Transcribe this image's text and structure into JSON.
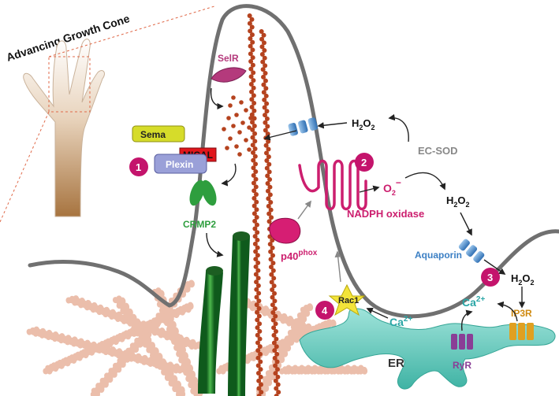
{
  "inset": {
    "title": "Advancing Growth Cone"
  },
  "steps": [
    "1",
    "2",
    "3",
    "4"
  ],
  "molecules": {
    "selr": "SelR",
    "sema": "Sema",
    "mical": "MICAL",
    "plexin": "Plexin",
    "crmp2": "CRMP2",
    "p40phox": "p40",
    "p40phox_sup": "phox",
    "nadph_oxidase": "NADPH oxidase",
    "ec_sod": "EC-SOD",
    "superoxide": "O",
    "superoxide_sup": "−",
    "superoxide_sub": "2",
    "h2o2_main": "H",
    "h2o2_sub": "2",
    "h2o2_o": "O",
    "aquaporin": "Aquaporin",
    "rac1": "Rac1",
    "calcium": "Ca",
    "calcium_sup": "2+",
    "er": "ER",
    "ryr": "RyR",
    "ip3r": "IP3R"
  },
  "colors": {
    "membrane": "#707070",
    "actin": "#b5431f",
    "actin_light": "#e6a990",
    "microtubule": "#2f8f2f",
    "er": "#5fc7b9",
    "step_badge": "#c4146c",
    "nadph": "#cc1e6e",
    "aquaporin": "#3b7fc4",
    "calcium": "#2aa6a6",
    "ryr": "#8a3e96",
    "ip3r": "#e0a020",
    "sema": "#d6dc2a",
    "mical": "#e0151b",
    "plexin": "#9aa0d8",
    "crmp2": "#2e9e3e",
    "selr": "#b43a7c",
    "rac1": "#f3e43a",
    "growth_cone_fill": "#b98856"
  }
}
